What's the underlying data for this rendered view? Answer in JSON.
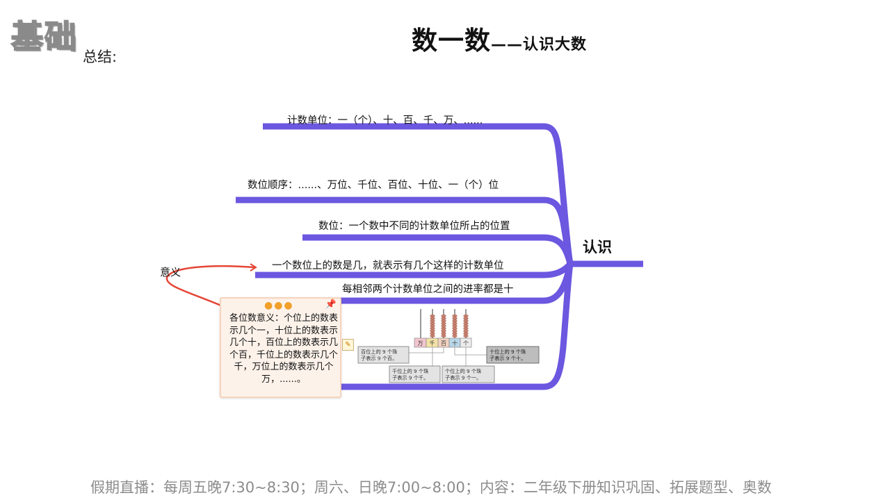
{
  "header": {
    "badge": "基础",
    "summary": "总结:",
    "title_main": "数一数",
    "title_sub": "——认识大数"
  },
  "mindmap": {
    "central": "认识",
    "branches": [
      "计数单位：一（个）、十、百、千、万、......",
      "数位顺序：......、万位、千位、百位、十位、一（个）位",
      "数位：一个数中不同的计数单位所占的位置",
      "一个数位上的数是几，就表示有几个这样的计数单位",
      "每相邻两个计数单位之间的进率都是十"
    ],
    "meaning_label": "意义",
    "note": {
      "text": "各位数意义：个位上的数表示几个一，十位上的数表示几个十，百位上的数表示几个百，千位上的数表示几个千，万位上的数表示几个万，......。",
      "dots_icon": "ellipsis-icon",
      "pin_icon": "pin-icon"
    },
    "colors": {
      "branch": "#6b57e0",
      "relation": "#e54535"
    }
  },
  "abacus": {
    "places": [
      "万",
      "千",
      "百",
      "十",
      "个"
    ],
    "place_colors": [
      "#f2c6cf",
      "#f3e2a6",
      "#f3d2c0",
      "#b9d6e8",
      "#ececec"
    ],
    "bead_color": "#c9806f",
    "captions": {
      "hundreds": "百位上的 9 个珠子表示 9 个百。",
      "thousands": "千位上的 9 个珠子表示 9 个千。",
      "ones": "个位上的 9 个珠子表示 9 个一。",
      "tens": "十位上的 9 个珠子表示 9 个十。"
    }
  },
  "footer": {
    "text": "假期直播：每周五晚7:30~8:30；周六、日晚7:00~8:00；内容：二年级下册知识巩固、拓展题型、奥数"
  }
}
